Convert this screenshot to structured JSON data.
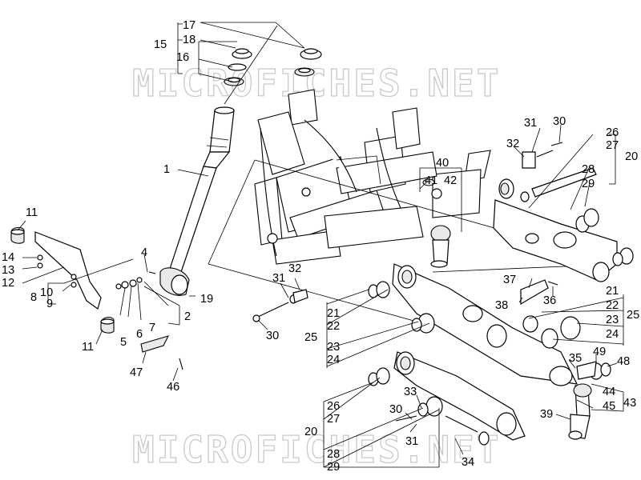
{
  "watermark": "MICROFICHES.NET",
  "callouts": [
    "1",
    "2",
    "4",
    "5",
    "6",
    "7",
    "8",
    "9",
    "10",
    "11",
    "12",
    "13",
    "14",
    "15",
    "16",
    "17",
    "18",
    "19",
    "20",
    "21",
    "22",
    "23",
    "24",
    "25",
    "26",
    "27",
    "28",
    "29",
    "30",
    "31",
    "32",
    "33",
    "34",
    "35",
    "36",
    "37",
    "38",
    "39",
    "40",
    "41",
    "42",
    "43",
    "44",
    "45",
    "46",
    "47",
    "48",
    "49"
  ],
  "colors": {
    "ink": "#000000",
    "paper": "#ffffff",
    "watermark": "#c9c9c9"
  }
}
